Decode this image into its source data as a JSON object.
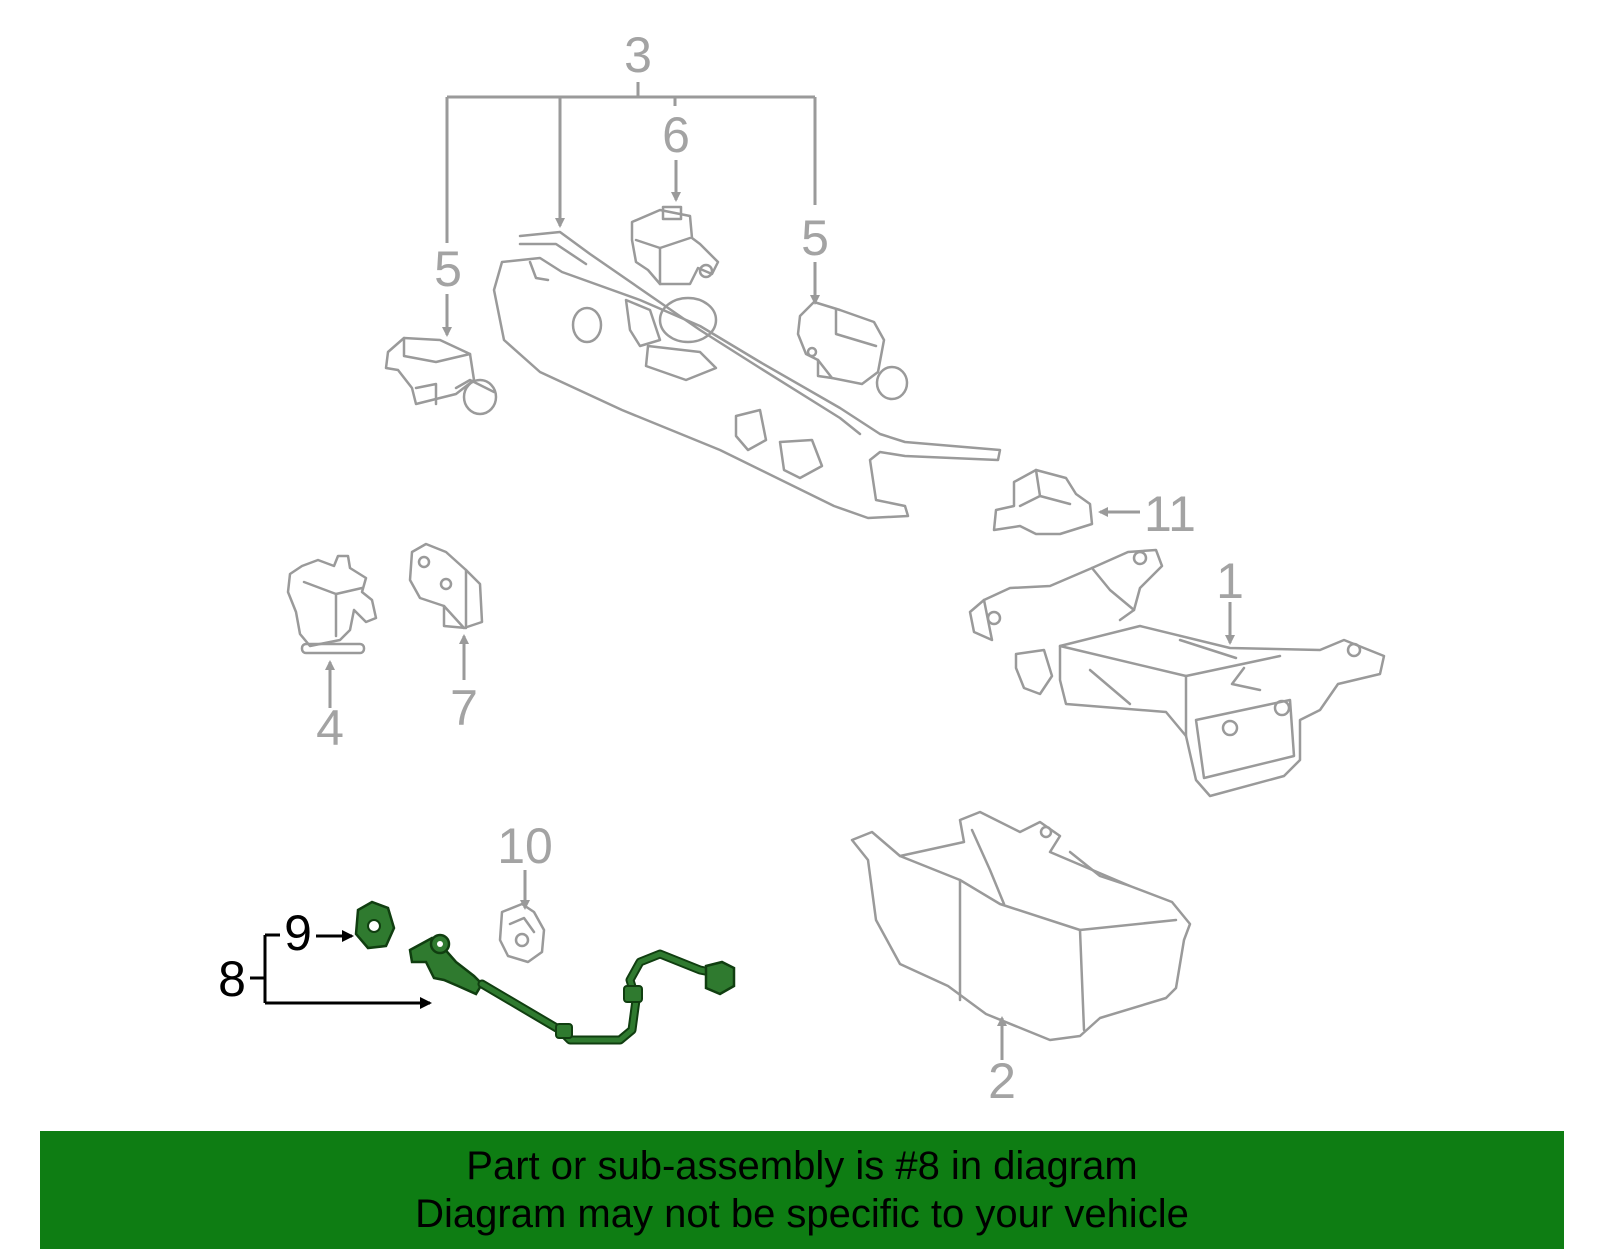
{
  "callouts": {
    "c1": "1",
    "c2": "2",
    "c3": "3",
    "c4": "4",
    "c5a": "5",
    "c5b": "5",
    "c6": "6",
    "c7": "7",
    "c8": "8",
    "c9": "9",
    "c10": "10",
    "c11": "11"
  },
  "highlighted_part": "8",
  "footer": {
    "line1": "Part or sub-assembly is #8 in diagram",
    "line2": "Diagram may not be specific to your vehicle"
  },
  "colors": {
    "banner": "#0e7d13",
    "highlight_part": "#2f7a2f",
    "part_lines": "#9a9a9a",
    "callout_gray": "#a3a3a3"
  }
}
